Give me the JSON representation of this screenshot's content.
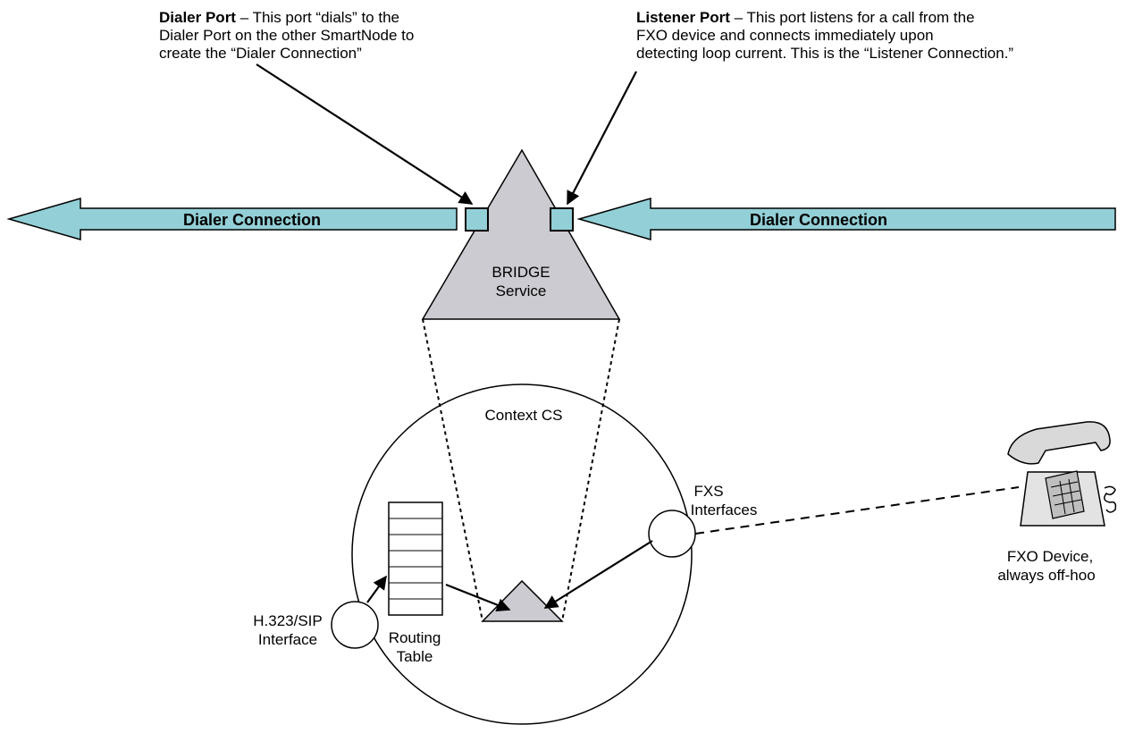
{
  "callouts": {
    "dialer_port": {
      "title": "Dialer Port",
      "lines": [
        " – This port “dials” to the",
        "Dialer Port on the other SmartNode to",
        "create the “Dialer Connection”"
      ]
    },
    "listener_port": {
      "title": "Listener Port",
      "lines": [
        " – This port listens for a call from the",
        "FXO device and connects immediately upon",
        "detecting loop current. This is the “Listener Connection.”"
      ]
    }
  },
  "connections": {
    "left_label": "Dialer Connection",
    "right_label": "Dialer Connection"
  },
  "bridge": {
    "line1": "BRIDGE",
    "line2": "Service"
  },
  "context": {
    "label": "Context CS"
  },
  "fxs": {
    "line1": "FXS",
    "line2": "Interfaces"
  },
  "h323": {
    "line1": "H.323/SIP",
    "line2": "Interface"
  },
  "routing": {
    "line1": "Routing",
    "line2": "Table"
  },
  "fxo": {
    "line1": "FXO Device,",
    "line2": "always off-hoo"
  },
  "colors": {
    "arrow_fill": "#93cfd6",
    "triangle_fill": "#cbcbd1",
    "stroke": "#000000"
  }
}
